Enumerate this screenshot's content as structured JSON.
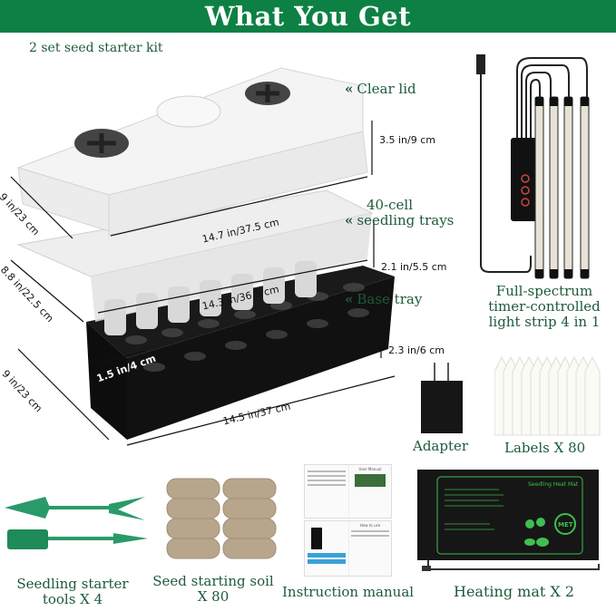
{
  "header": {
    "title": "What You Get",
    "background": "#0d8044"
  },
  "kit": {
    "subtitle": "2 set seed starter kit",
    "callouts": [
      {
        "icon": "double-chevron-left-icon",
        "symbol": "«",
        "label_line1": "Clear lid",
        "label_line2": ""
      },
      {
        "icon": "double-chevron-left-icon",
        "symbol": "«",
        "label_line1": "40-cell",
        "label_line2": "seedling trays"
      },
      {
        "icon": "double-chevron-left-icon",
        "symbol": "«",
        "label_line1": "Base tray",
        "label_line2": ""
      }
    ],
    "dimensions": {
      "lid_height": "3.5 in/9 cm",
      "lid_length": "14.7 in/37.5 cm",
      "lid_width": "9 in/23 cm",
      "tray_height": "2.1 in/5.5 cm",
      "tray_length": "14.3 in/36.5 cm",
      "tray_width": "8.8 in/22.5 cm",
      "cell_width": "1.5 in/4 cm",
      "base_height": "2.3 in/6 cm",
      "base_length": "14.5 in/37 cm",
      "base_width": "9 in/23 cm"
    }
  },
  "items": {
    "light_strip": {
      "line1": "Full-spectrum",
      "line2": "timer-controlled",
      "line3": "light strip 4 in 1"
    },
    "adapter": {
      "label": "Adapter"
    },
    "labels": {
      "label": "Labels X 80"
    },
    "tools": {
      "line1": "Seedling starter",
      "line2": "tools X 4"
    },
    "soil": {
      "line1": "Seed starting soil",
      "line2": "X 80"
    },
    "manual": {
      "label": "Instruction manual",
      "doc_title": "User Manual",
      "doc_section": "How to use"
    },
    "heating_mat": {
      "label": "Heating mat X 2",
      "mat_title": "Seedling Heat Mat",
      "cert": "MET"
    }
  },
  "colors": {
    "label_green": "#1d5a3a",
    "tool_green": "#2a9a6a",
    "mat_green": "#3fbf4f"
  }
}
